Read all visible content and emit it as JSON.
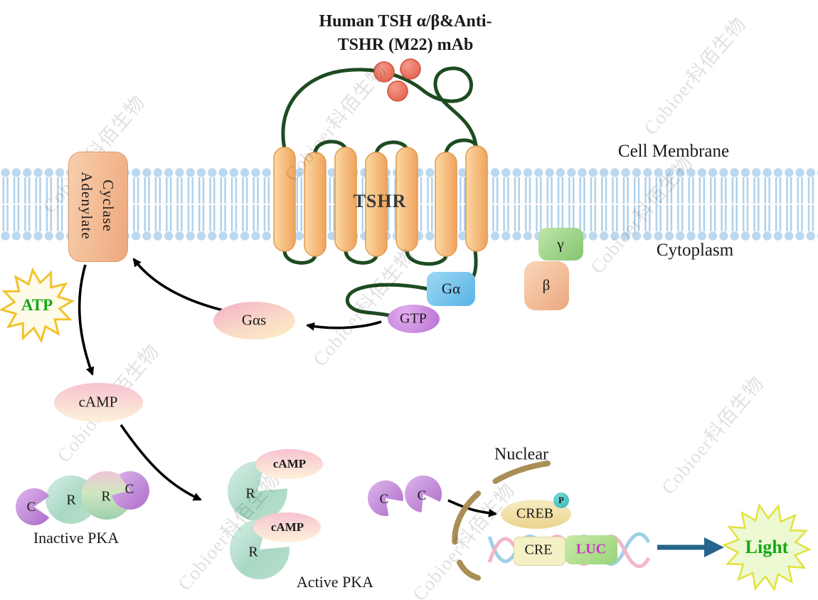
{
  "watermark": {
    "text": "Cobioer科佰生物"
  },
  "title": {
    "line1": "Human TSH α/β&Anti-",
    "line2": "TSHR (M22) mAb"
  },
  "membrane": {
    "cell_membrane_label": "Cell Membrane",
    "cytoplasm_label": "Cytoplasm"
  },
  "receptor": {
    "tshr_label": "TSHR"
  },
  "adenylate_cyclase": {
    "line1": "Adenylate",
    "line2": "Cyclase"
  },
  "signaling": {
    "g_alpha": "Gα",
    "gtp": "GTP",
    "g_alpha_s": "Gαs",
    "gamma": "γ",
    "beta": "β",
    "atp": "ATP",
    "camp": "cAMP"
  },
  "pka": {
    "inactive_label": "Inactive PKA",
    "active_label": "Active PKA",
    "r": "R",
    "c": "C",
    "camp": "cAMP"
  },
  "nucleus": {
    "label": "Nuclear",
    "creb": "CREB",
    "p": "P",
    "cre": "CRE",
    "luc": "LUC"
  },
  "output": {
    "light": "Light"
  },
  "colors": {
    "accent_green": "#15a815",
    "luc_text": "#c838c8",
    "membrane_head": "#bcd8ee",
    "loop_green": "#1d4b20",
    "arrow_black": "#000000",
    "teal_arrow": "#26648c",
    "helix_orange": "#f4ad62",
    "nuclear_envelope": "#a98f55"
  }
}
